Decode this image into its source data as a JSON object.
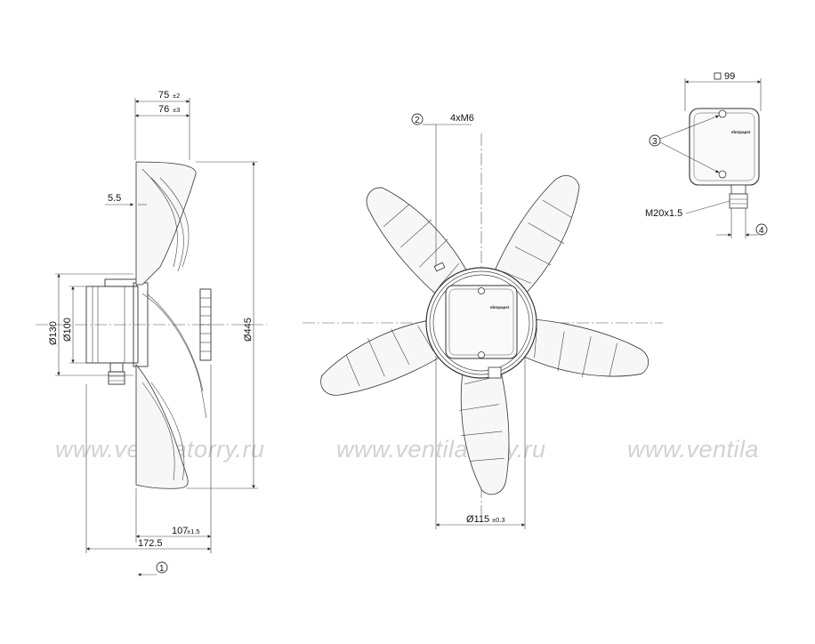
{
  "watermark": {
    "text_1": "www.ventilatorry.ru",
    "text_2": "www.ventilatorry.ru",
    "text_3": "www.ventila"
  },
  "side_view": {
    "dim_top_1": "75",
    "dim_top_1_tol": "±2",
    "dim_top_2": "76",
    "dim_top_2_tol": "±3",
    "dim_5_5": "5.5",
    "dim_d130": "Ø130",
    "dim_d100": "Ø100",
    "dim_d445": "Ø445",
    "dim_107": "107",
    "dim_107_tol": "±1.5",
    "dim_172_5": "172.5",
    "callout_1": "1"
  },
  "front_view": {
    "callout_2": "2",
    "label_4xM6": "4xM6",
    "dim_d115": "Ø115",
    "dim_d115_tol": "±0.3",
    "brand": "ebmpapst"
  },
  "terminal_box": {
    "dim_99": "99",
    "callout_3": "3",
    "callout_4": "4",
    "label_m20": "M20x1.5",
    "brand": "ebmpapst"
  }
}
